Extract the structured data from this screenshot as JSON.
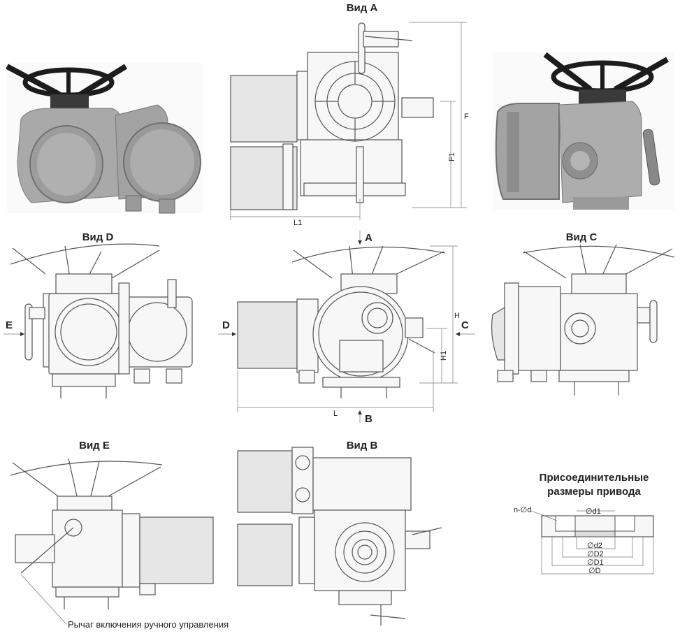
{
  "views": {
    "a": "Вид A",
    "b": "Вид B",
    "c": "Вид C",
    "d": "Вид D",
    "e": "Вид E"
  },
  "dimensions": {
    "F": "F",
    "F1": "F1",
    "L1": "L1",
    "H": "H",
    "H1": "H1",
    "L": "L",
    "arrow_a": "A",
    "arrow_b": "B",
    "arrow_c": "C",
    "arrow_d": "D",
    "arrow_e": "E"
  },
  "flange": {
    "title_line1": "Присоединительные",
    "title_line2": "размеры привода",
    "nd": "n-∅d",
    "d1": "∅d1",
    "d2": "∅d2",
    "D2": "∅D2",
    "D1": "∅D1",
    "D": "∅D"
  },
  "callout": "Рычаг включения ручного управления"
}
